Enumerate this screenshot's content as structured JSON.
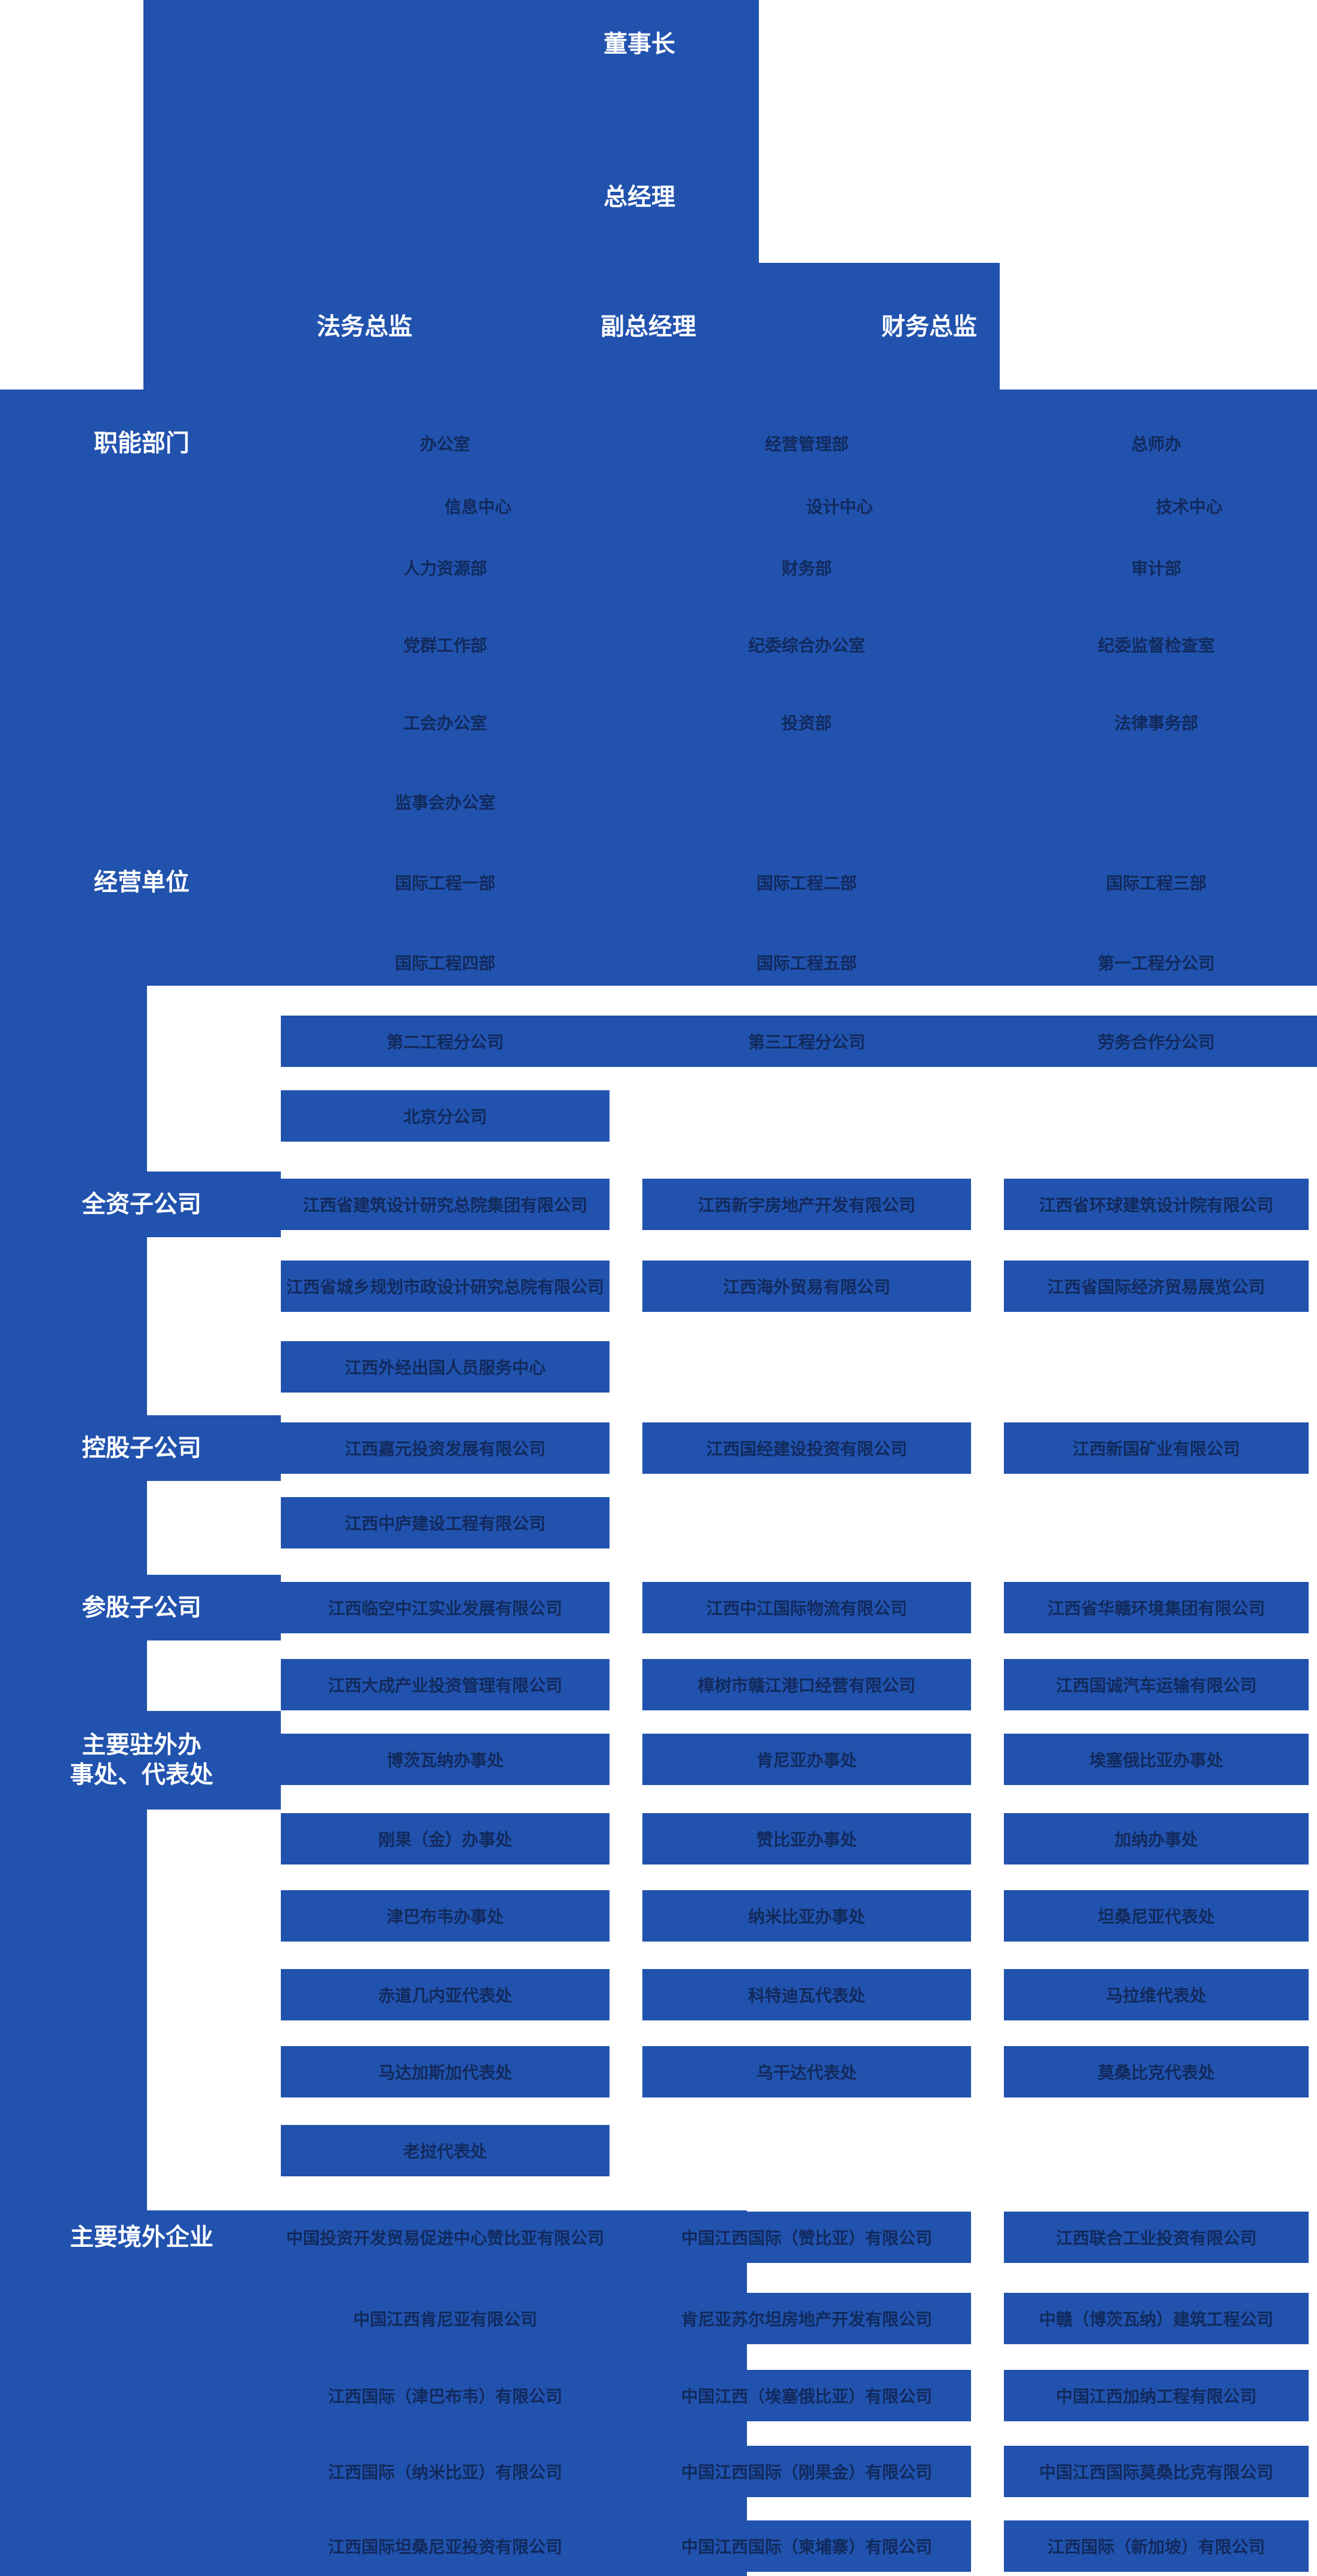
{
  "org_chart": {
    "top": {
      "chairman": "董事长",
      "general_manager": "总经理",
      "directors": [
        "法务总监",
        "副总经理",
        "财务总监"
      ]
    },
    "sections": [
      {
        "label": "职能部门",
        "rows": [
          [
            "办公室",
            "经营管理部",
            "总师办"
          ],
          [
            "信息中心",
            "设计中心",
            "技术中心"
          ],
          [
            "人力资源部",
            "财务部",
            "审计部"
          ],
          [
            "党群工作部",
            "纪委综合办公室",
            "纪委监督检查室"
          ],
          [
            "工会办公室",
            "投资部",
            "法律事务部"
          ],
          [
            "监事会办公室",
            null,
            null
          ]
        ]
      },
      {
        "label": "经营单位",
        "rows": [
          [
            "国际工程一部",
            "国际工程二部",
            "国际工程三部"
          ],
          [
            "国际工程四部",
            "国际工程五部",
            "第一工程分公司"
          ],
          [
            "第二工程分公司",
            "第三工程分公司",
            "劳务合作分公司"
          ],
          [
            "北京分公司",
            null,
            null
          ]
        ]
      },
      {
        "label": "全资子公司",
        "rows": [
          [
            "江西省建筑设计研究总院集团有限公司",
            "江西新宇房地产开发有限公司",
            "江西省环球建筑设计院有限公司"
          ],
          [
            "江西省城乡规划市政设计研究总院有限公司",
            "江西海外贸易有限公司",
            "江西省国际经济贸易展览公司"
          ],
          [
            "江西外经出国人员服务中心",
            null,
            null
          ]
        ]
      },
      {
        "label": "控股子公司",
        "rows": [
          [
            "江西嘉元投资发展有限公司",
            "江西国经建设投资有限公司",
            "江西新国矿业有限公司"
          ],
          [
            "江西中庐建设工程有限公司",
            null,
            null
          ]
        ]
      },
      {
        "label": "参股子公司",
        "rows": [
          [
            "江西临空中江实业发展有限公司",
            "江西中江国际物流有限公司",
            "江西省华赣环境集团有限公司"
          ],
          [
            "江西大成产业投资管理有限公司",
            "樟树市赣江港口经营有限公司",
            "江西国诚汽车运输有限公司"
          ]
        ]
      },
      {
        "label": "主要驻外办事处、代表处",
        "label_lines": [
          "主要驻外办",
          "事处、代表处"
        ],
        "rows": [
          [
            "博茨瓦纳办事处",
            "肯尼亚办事处",
            "埃塞俄比亚办事处"
          ],
          [
            "刚果（金）办事处",
            "赞比亚办事处",
            "加纳办事处"
          ],
          [
            "津巴布韦办事处",
            "纳米比亚办事处",
            "坦桑尼亚代表处"
          ],
          [
            "赤道几内亚代表处",
            "科特迪瓦代表处",
            "马拉维代表处"
          ],
          [
            "马达加斯加代表处",
            "乌干达代表处",
            "莫桑比克代表处"
          ],
          [
            "老挝代表处",
            null,
            null
          ]
        ]
      },
      {
        "label": "主要境外企业",
        "rows": [
          [
            "中国投资开发贸易促进中心赞比亚有限公司",
            "中国江西国际（赞比亚）有限公司",
            "江西联合工业投资有限公司"
          ],
          [
            "中国江西肯尼亚有限公司",
            "肯尼亚苏尔坦房地产开发有限公司",
            "中赣（博茨瓦纳）建筑工程公司"
          ],
          [
            "江西国际（津巴布韦）有限公司",
            "中国江西（埃塞俄比亚）有限公司",
            "中国江西加纳工程有限公司"
          ],
          [
            "江西国际（纳米比亚）有限公司",
            "中国江西国际（刚果金）有限公司",
            "中国江西国际莫桑比克有限公司"
          ],
          [
            "江西国际坦桑尼亚投资有限公司",
            "中国江西国际（柬埔寨）有限公司",
            "江西国际（新加坡）有限公司"
          ]
        ]
      }
    ],
    "colors": {
      "block_blue": "#2152ae",
      "item_text_navy": "#122a5c",
      "label_text_white": "#ffffff"
    }
  }
}
